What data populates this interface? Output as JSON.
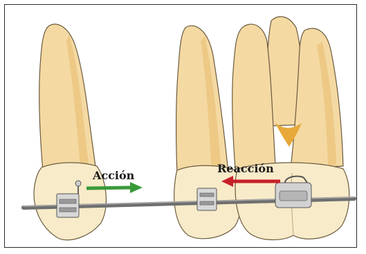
{
  "diagram": {
    "labels": {
      "action": "Acción",
      "reaction": "Reacción"
    },
    "colors": {
      "tooth_fill": "#f4d9a3",
      "tooth_shade": "#e9c277",
      "crown_fill": "#f8ebc9",
      "tooth_outline": "#6b5a3e",
      "wire": "#7d7d7d",
      "bracket": "#bdbdbd",
      "action_arrow": "#3a9a3a",
      "reaction_arrow": "#c8202a",
      "furcation": "#e7a93a"
    },
    "icons": {
      "tooth_left": "single-root-tooth",
      "tooth_middle": "single-root-tooth",
      "tooth_right": "molar-tooth",
      "bracket_left": "bracket-icon",
      "bracket_middle": "bracket-icon",
      "molar_tube": "molar-tube-icon"
    }
  }
}
